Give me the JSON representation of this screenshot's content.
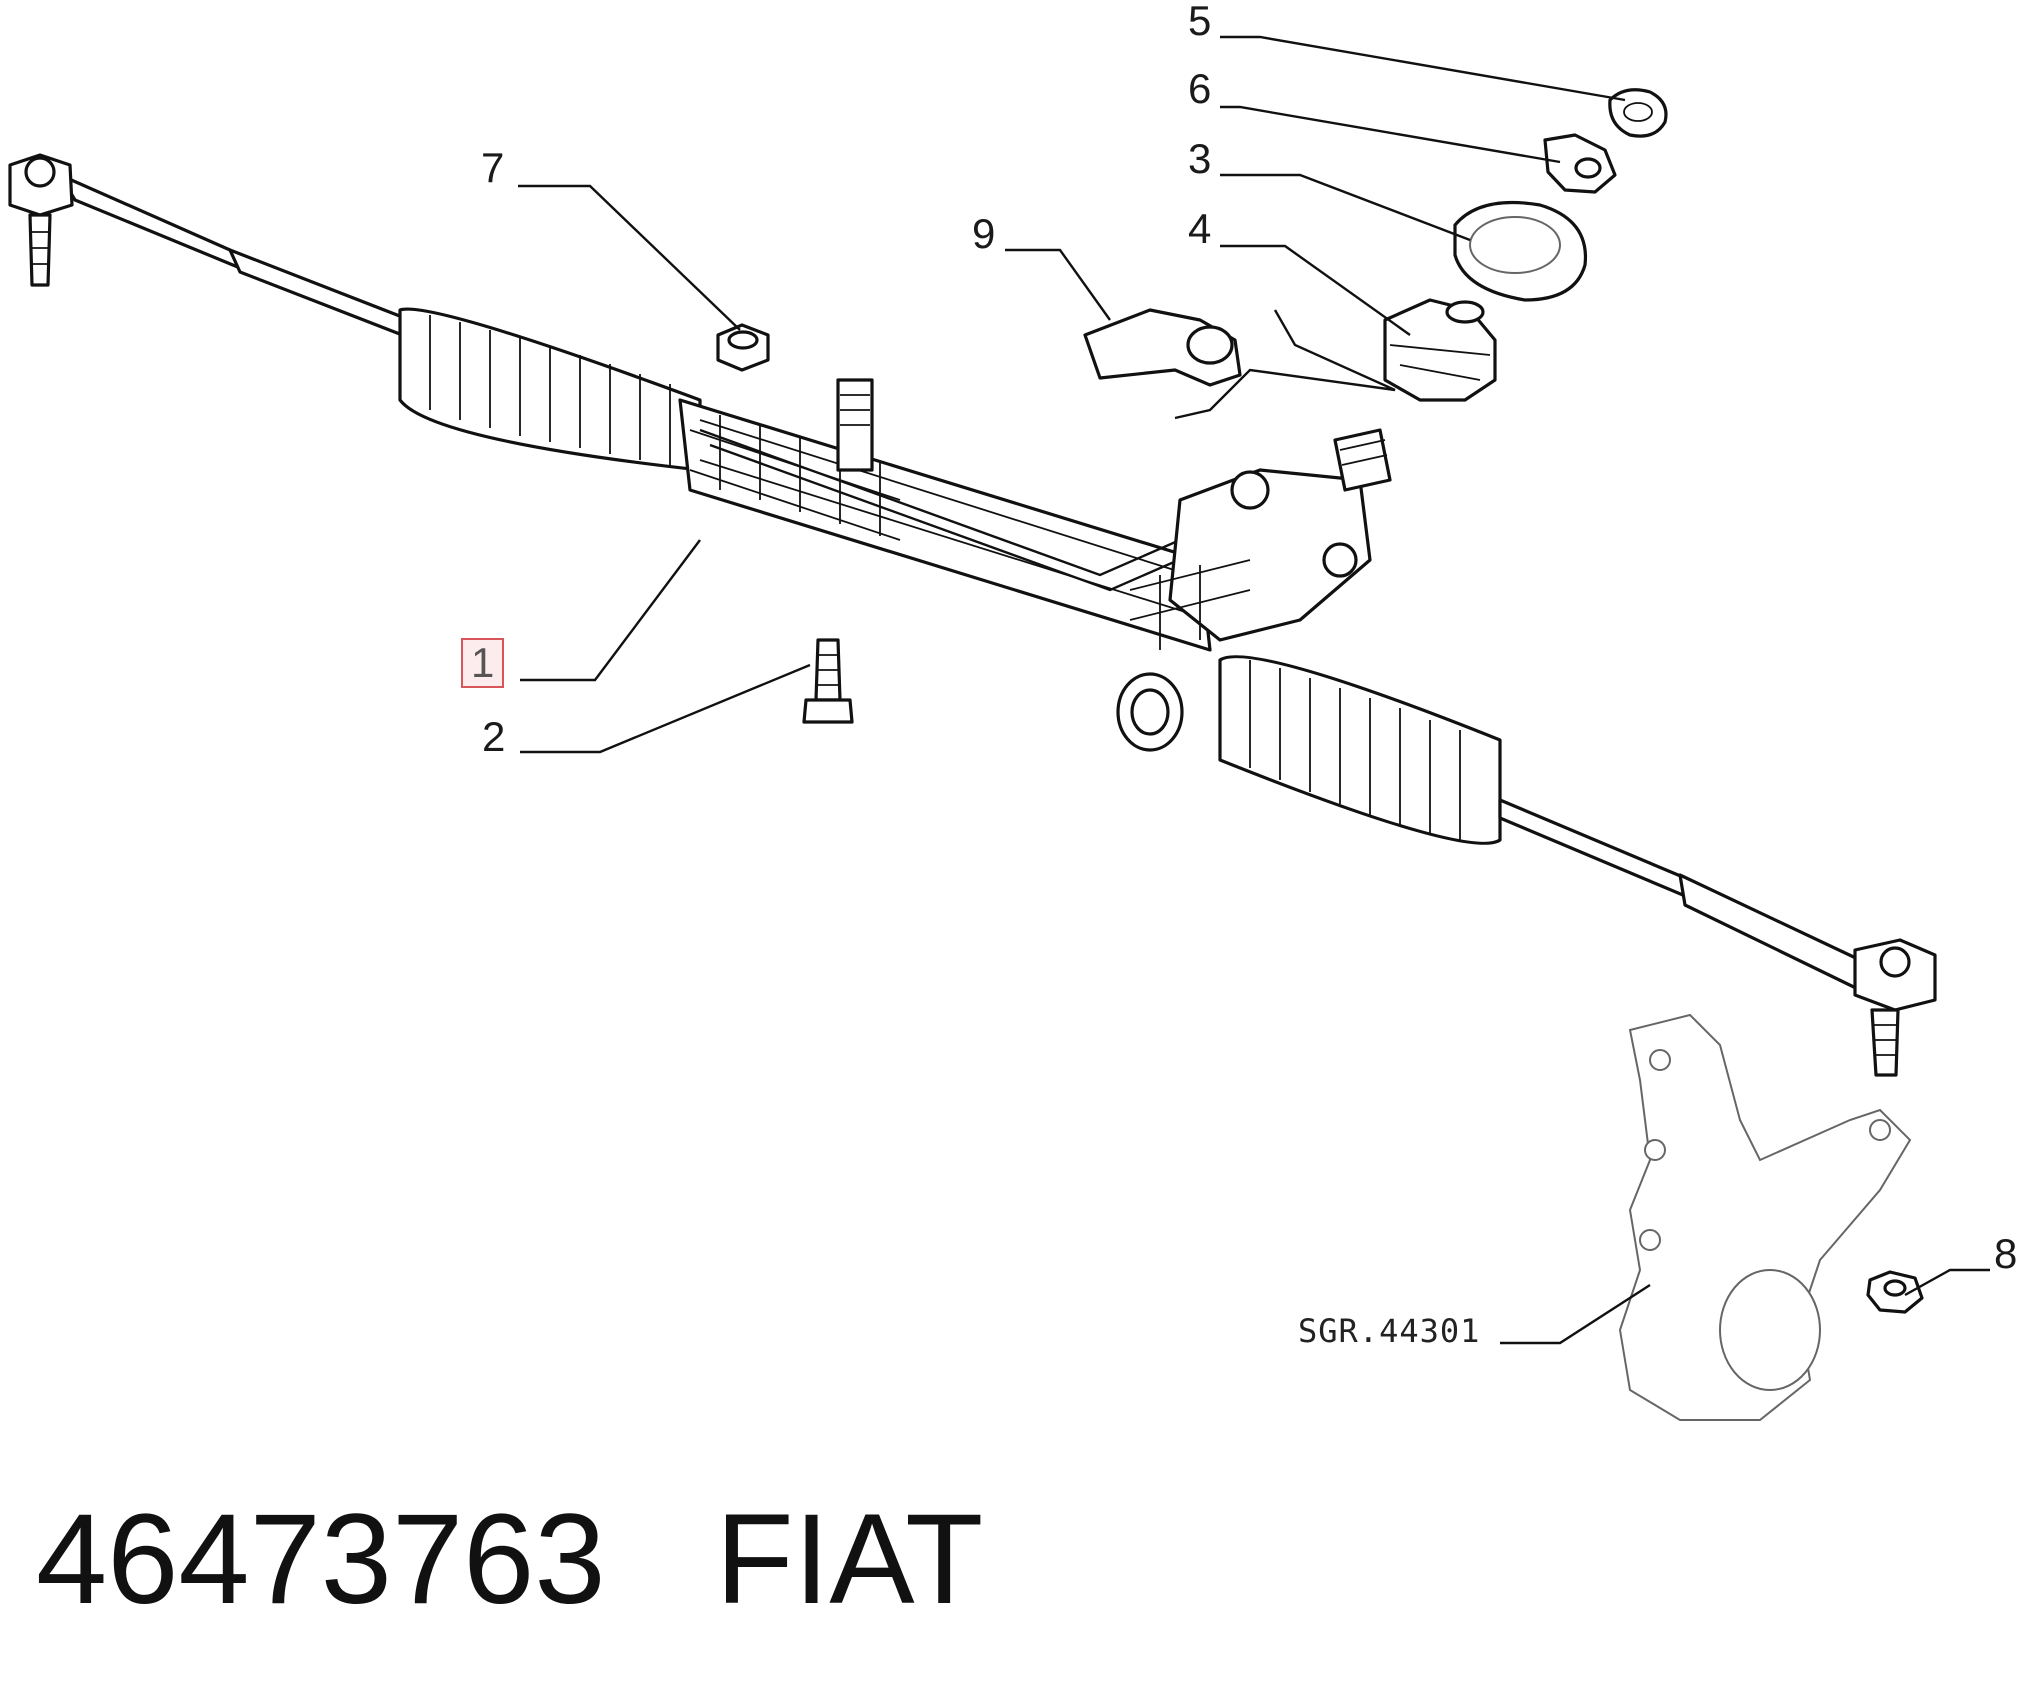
{
  "callouts": {
    "p1": "1",
    "p2": "2",
    "p3": "3",
    "p4": "4",
    "p5": "5",
    "p6": "6",
    "p7": "7",
    "p8": "8",
    "p9": "9"
  },
  "reference_label": "SGR.44301",
  "footer": {
    "part_number": "46473763",
    "brand": "FIAT"
  },
  "colors": {
    "highlight_border": "#d8555a",
    "highlight_fill": "#fdecee"
  }
}
